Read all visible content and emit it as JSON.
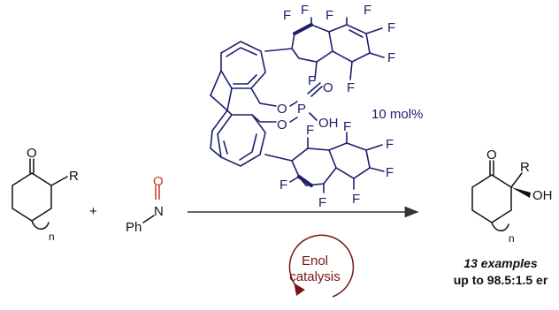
{
  "catalyst": {
    "loading": "10 mol%",
    "labels": {
      "fluorine": "F",
      "oxygen": "O",
      "phosphorus": "P",
      "hydroxyl": "OH"
    }
  },
  "substrate": {
    "oxygen": "O",
    "substituent": "R",
    "ring_index": "n"
  },
  "plus_sign": "+",
  "nitroso": {
    "phenyl": "Ph",
    "nitrogen": "N",
    "oxygen": "O"
  },
  "product": {
    "oxygen": "O",
    "substituent": "R",
    "hydroxyl": "OH",
    "ring_index": "n"
  },
  "cycle": {
    "line1": "Enol",
    "line2": "catalysis"
  },
  "results": {
    "examples": "13 examples",
    "selectivity": "up to 98.5:1.5 er"
  },
  "colors": {
    "catalyst": "#1b1f6b",
    "nitroso_oxygen": "#c0392b",
    "cycle": "#7b1216",
    "ink": "#111111"
  }
}
